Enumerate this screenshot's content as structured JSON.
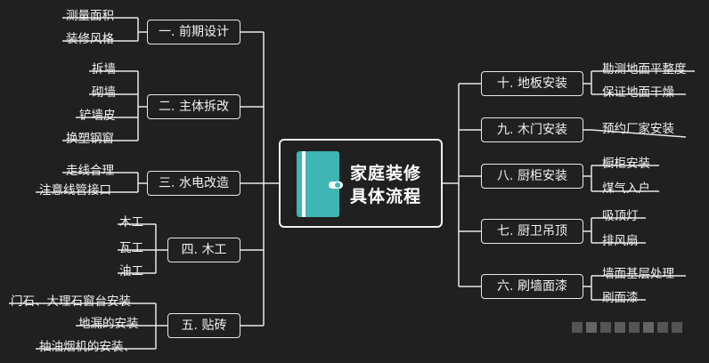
{
  "center": {
    "title_line1": "家庭装修",
    "title_line2": "具体流程"
  },
  "left": [
    {
      "label": "一. 前期设计",
      "items": [
        "测量面积",
        "装修风格"
      ]
    },
    {
      "label": "二. 主体拆改",
      "items": [
        "拆墙",
        "砌墙",
        "铲墙皮",
        "换塑钢窗"
      ]
    },
    {
      "label": "三. 水电改造",
      "items": [
        "走线合理",
        "注意线管接口"
      ]
    },
    {
      "label": "四. 木工",
      "items": [
        "木工",
        "瓦工",
        "油工"
      ]
    },
    {
      "label": "五. 贴砖",
      "items": [
        "门石、大理石窗台安装",
        "地漏的安装",
        "抽油烟机的安装、"
      ]
    }
  ],
  "right": [
    {
      "label": "十. 地板安装",
      "items": [
        "勘测地面平整度",
        "保证地面干燥"
      ]
    },
    {
      "label": "九. 木门安装",
      "items": [
        "预约厂家安装"
      ]
    },
    {
      "label": "八. 厨柜安装",
      "items": [
        "橱柜安装",
        "煤气入户"
      ]
    },
    {
      "label": "七. 厨卫吊顶",
      "items": [
        "吸顶灯",
        "排风扇"
      ]
    },
    {
      "label": "六. 刷墙面漆",
      "items": [
        "墙面基层处理",
        "刷面漆"
      ]
    }
  ],
  "colors": {
    "background": "#202020",
    "line": "#e8e8e8",
    "book": "#3fb6b6"
  }
}
